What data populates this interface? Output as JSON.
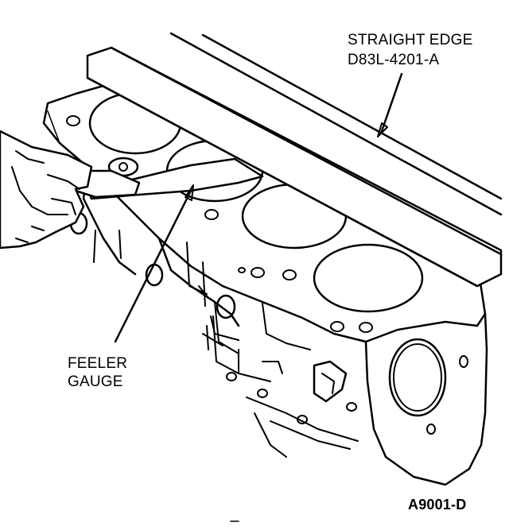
{
  "labels": {
    "straight_edge_title": "STRAIGHT EDGE",
    "straight_edge_part": "D83L-4201-A",
    "feeler_line1": "FEELER",
    "feeler_line2": "GAUGE",
    "figure_id": "A9001-D"
  },
  "colors": {
    "ink": "#000000",
    "paper": "#ffffff"
  }
}
